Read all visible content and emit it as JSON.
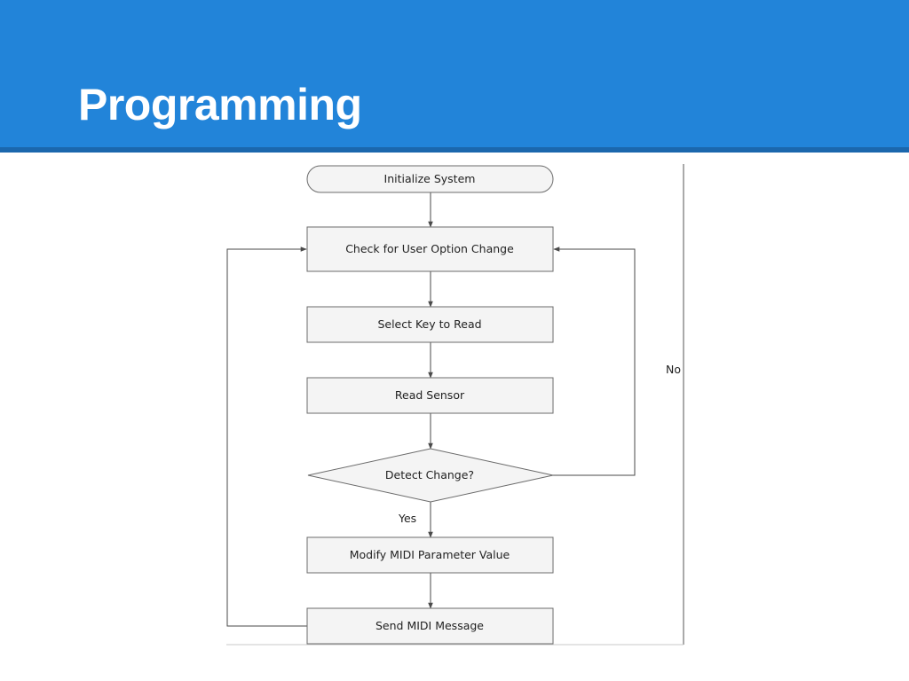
{
  "slide": {
    "title": "Programming",
    "colors": {
      "header": "#2284d9",
      "header_rule": "#1b67ad",
      "node_fill": "#f4f4f4",
      "node_stroke": "#6b6b6b",
      "edge": "#4a4a4a"
    }
  },
  "flowchart": {
    "nodes": [
      {
        "id": "init",
        "shape": "terminator",
        "label": "Initialize System"
      },
      {
        "id": "check",
        "shape": "process",
        "label": "Check for User Option Change"
      },
      {
        "id": "select",
        "shape": "process",
        "label": "Select Key to Read"
      },
      {
        "id": "read",
        "shape": "process",
        "label": "Read Sensor"
      },
      {
        "id": "detect",
        "shape": "decision",
        "label": "Detect Change?"
      },
      {
        "id": "modify",
        "shape": "process",
        "label": "Modify MIDI Parameter Value"
      },
      {
        "id": "send",
        "shape": "process",
        "label": "Send MIDI Message"
      }
    ],
    "edges": [
      {
        "from": "init",
        "to": "check",
        "label": ""
      },
      {
        "from": "check",
        "to": "select",
        "label": ""
      },
      {
        "from": "select",
        "to": "read",
        "label": ""
      },
      {
        "from": "read",
        "to": "detect",
        "label": ""
      },
      {
        "from": "detect",
        "to": "modify",
        "label": "Yes"
      },
      {
        "from": "detect",
        "to": "check",
        "label": "No"
      },
      {
        "from": "modify",
        "to": "send",
        "label": ""
      },
      {
        "from": "send",
        "to": "check",
        "label": ""
      }
    ]
  }
}
